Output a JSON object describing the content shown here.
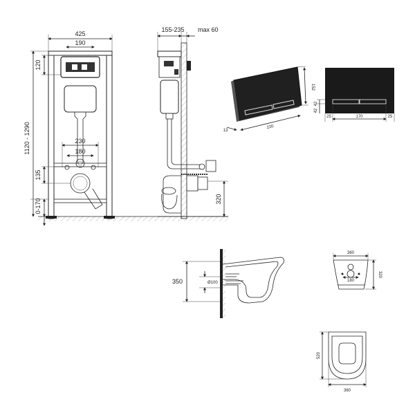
{
  "frame_front": {
    "width": "425",
    "module_width": "190",
    "top_offset": "120",
    "height_range": "1120 - 1290",
    "outlet_spacing": "230",
    "stud_spacing": "180",
    "drain_height": "135",
    "leg_adjust": "0-170"
  },
  "frame_side": {
    "depth_range": "155-235",
    "max_depth": "max 60",
    "outlet_height": "320"
  },
  "flush_plate": {
    "height": "152",
    "width": "220",
    "thickness": "13",
    "button_width": "170",
    "margin_left": "25",
    "margin_right": "25",
    "margin_top": "42",
    "margin_bottom": "42"
  },
  "toilet_side": {
    "height": "350",
    "outlet_diameter": "Ø100"
  },
  "toilet_back": {
    "width": "360",
    "hole_spacing": "180",
    "height": "320"
  },
  "toilet_top": {
    "length": "520",
    "width": "360"
  }
}
